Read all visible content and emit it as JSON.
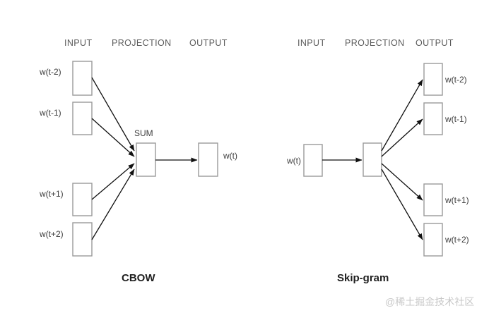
{
  "figure": {
    "background_color": "#ffffff",
    "box_stroke_color": "#9a9a9a",
    "arrow_color": "#111111",
    "header_text_color": "#5b5b5b",
    "label_text_color": "#3d3d3d",
    "title_text_color": "#1f1f1f",
    "watermark_color": "#c8c8c8"
  },
  "watermark": {
    "text": "@稀土掘金技术社区"
  },
  "cbow": {
    "title": "CBOW",
    "headers": {
      "input": "INPUT",
      "projection": "PROJECTION",
      "output": "OUTPUT"
    },
    "sum_label": "SUM",
    "inputs": [
      {
        "label": "w(t-2)"
      },
      {
        "label": "w(t-1)"
      },
      {
        "label": "w(t+1)"
      },
      {
        "label": "w(t+2)"
      }
    ],
    "projection": {
      "label": ""
    },
    "outputs": [
      {
        "label": "w(t)"
      }
    ]
  },
  "skipgram": {
    "title": "Skip-gram",
    "headers": {
      "input": "INPUT",
      "projection": "PROJECTION",
      "output": "OUTPUT"
    },
    "inputs": [
      {
        "label": "w(t)"
      }
    ],
    "projection": {
      "label": ""
    },
    "outputs": [
      {
        "label": "w(t-2)"
      },
      {
        "label": "w(t-1)"
      },
      {
        "label": "w(t+1)"
      },
      {
        "label": "w(t+2)"
      }
    ]
  }
}
